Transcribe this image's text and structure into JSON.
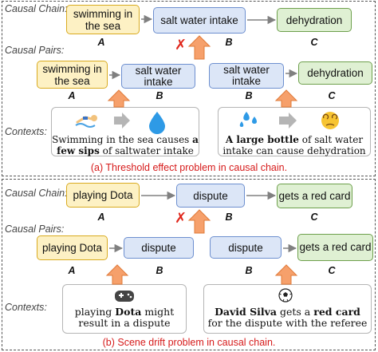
{
  "labels": {
    "causal_chain": "Causal Chain:",
    "causal_pairs": "Causal Pairs:",
    "contexts": "Contexts:"
  },
  "letters": {
    "a": "A",
    "b": "B",
    "c": "C"
  },
  "cross": "✗",
  "panel_a": {
    "chain": {
      "a": "swimming in the sea",
      "b": "salt water intake",
      "c": "dehydration"
    },
    "pair1": {
      "a": "swimming in the sea",
      "b": "salt water intake"
    },
    "pair2": {
      "b": "salt water intake",
      "c": "dehydration"
    },
    "context1": {
      "pre": "Swimming in the sea causes ",
      "bold": "a few sips",
      "post": " of saltwater intake"
    },
    "context2": {
      "bold": "A large bottle",
      "post": " of salt water intake can cause dehydration"
    },
    "caption": "(a) Threshold effect problem in causal chain."
  },
  "panel_b": {
    "chain": {
      "a": "playing Dota",
      "b": "dispute",
      "c": "gets a red card"
    },
    "pair1": {
      "a": "playing Dota",
      "b": "dispute"
    },
    "pair2": {
      "b": "dispute",
      "c": "gets a red card"
    },
    "context1": {
      "pre": "playing ",
      "bold": "Dota",
      "post": " might result in a dispute"
    },
    "context2": {
      "bold1": "David Silva",
      "mid": " gets a ",
      "bold2": "red card",
      "post": " for the dispute with the referee"
    },
    "caption": "(b) Scene drift problem in causal chain."
  },
  "icons": [
    "swimmer-icon",
    "water-drop-icon",
    "splash-icon",
    "dizzy-face-icon",
    "gamepad-icon",
    "soccer-ball-icon"
  ],
  "colors": {
    "yellow_fill": "#fdf1c4",
    "yellow_border": "#d9ab20",
    "blue_fill": "#dce6f7",
    "blue_border": "#6d8fcf",
    "green_fill": "#dff0d3",
    "green_border": "#6ea04d",
    "up_arrow": "#f6a06b",
    "caption": "#d61a1a",
    "cross": "#e0261b"
  }
}
